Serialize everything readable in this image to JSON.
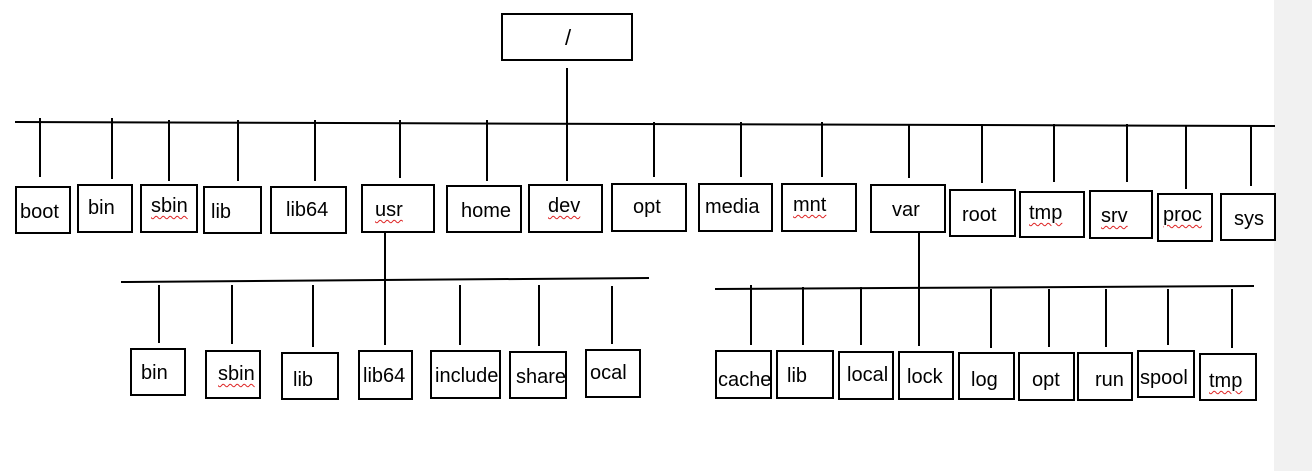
{
  "colors": {
    "stroke": "#000000",
    "background": "#ffffff",
    "edge_strip": "#f1f1f1",
    "spellcheck": "#dd2222"
  },
  "root": {
    "label": "/"
  },
  "top_level": [
    {
      "label": "boot"
    },
    {
      "label": "bin"
    },
    {
      "label": "sbin",
      "spellcheck": true
    },
    {
      "label": "lib"
    },
    {
      "label": "lib64"
    },
    {
      "label": "usr",
      "spellcheck": true
    },
    {
      "label": "home"
    },
    {
      "label": "dev",
      "spellcheck": true
    },
    {
      "label": "opt"
    },
    {
      "label": "media"
    },
    {
      "label": "mnt",
      "spellcheck": true
    },
    {
      "label": "var"
    },
    {
      "label": "root"
    },
    {
      "label": "tmp",
      "spellcheck": true
    },
    {
      "label": "srv",
      "spellcheck": true
    },
    {
      "label": "proc",
      "spellcheck": true
    },
    {
      "label": "sys"
    }
  ],
  "usr_children": [
    {
      "label": "bin"
    },
    {
      "label": "sbin",
      "spellcheck": true
    },
    {
      "label": "lib"
    },
    {
      "label": "lib64"
    },
    {
      "label": "include"
    },
    {
      "label": "share"
    },
    {
      "label": "ocal"
    }
  ],
  "var_children": [
    {
      "label": "cache"
    },
    {
      "label": "lib"
    },
    {
      "label": "local"
    },
    {
      "label": "lock"
    },
    {
      "label": "log"
    },
    {
      "label": "opt"
    },
    {
      "label": "run"
    },
    {
      "label": "spool"
    },
    {
      "label": "tmp",
      "spellcheck": true
    }
  ]
}
